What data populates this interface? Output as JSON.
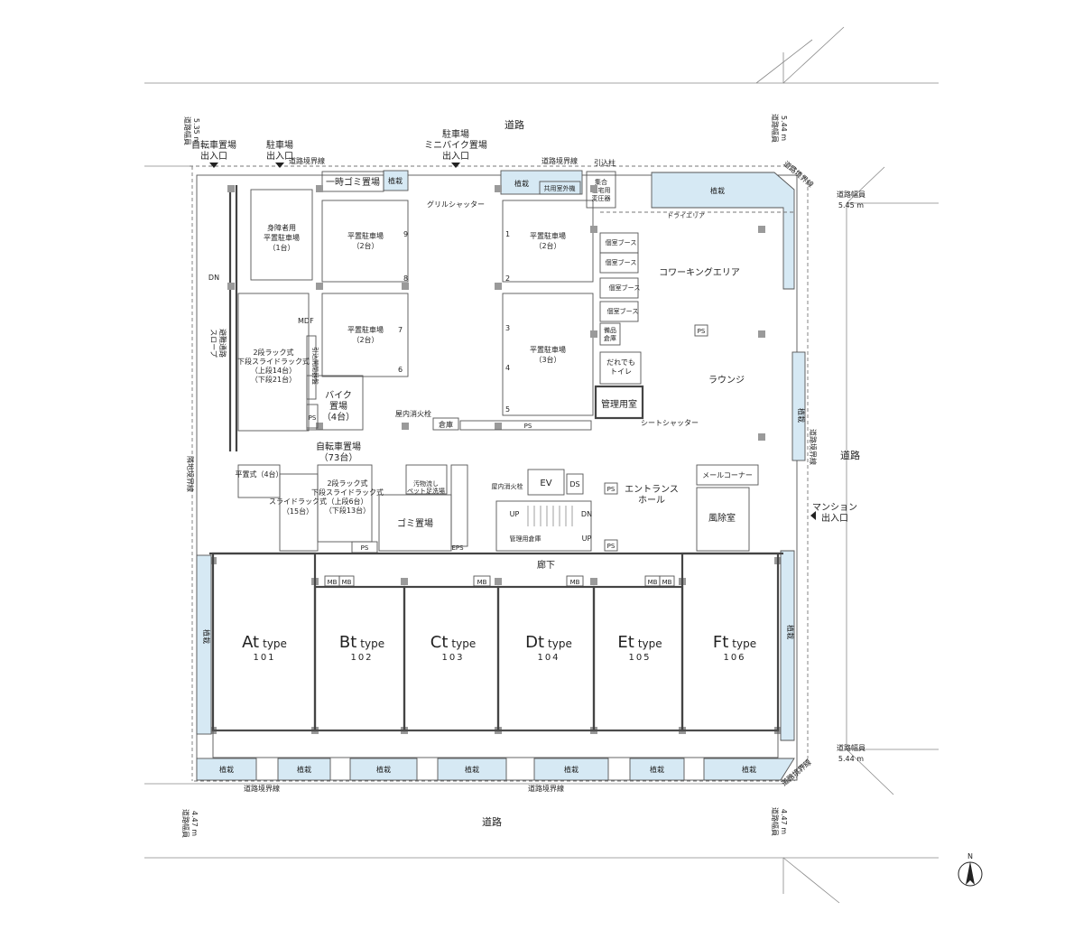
{
  "roads": {
    "north": "道路",
    "south": "道路",
    "east": "道路",
    "boundary": "道路境界線",
    "neighbor_boundary": "隣地境界線",
    "width_label": "道路幅員",
    "widths": {
      "north_left": "5.35 m",
      "north_right": "5.44 m",
      "east_top": "5.45 m",
      "east_bottom": "5.44 m",
      "south_left": "4.47 m",
      "south_right": "4.47 m"
    }
  },
  "entrances": {
    "bicycle_1": "自転車置場",
    "bicycle_2": "出入口",
    "parking_1": "駐車場",
    "parking_2": "出入口",
    "minibike_1": "駐車場",
    "minibike_2": "ミニバイク置場",
    "minibike_3": "出入口",
    "mansion_1": "マンション",
    "mansion_2": "出入口"
  },
  "rooms": {
    "temp_trash": "一時ゴミ置場",
    "plant": "植栽",
    "shared_outdoor": "共用室外機",
    "transformer_1": "集合",
    "transformer_2": "住宅用",
    "transformer_3": "変圧器",
    "lead_pole": "引込柱",
    "grill_shutter": "グリルシャッター",
    "dry_area": "ドライエリア",
    "accessible_1": "身障者用",
    "accessible_2": "平置駐車場",
    "accessible_3": "（1台）",
    "flat_parking": "平置駐車場",
    "two_cars": "（2台）",
    "three_cars": "（3台）",
    "booth": "個室ブース",
    "coworking": "コワーキングエリア",
    "storage_1": "備品",
    "storage_2": "倉庫",
    "toilet_1": "だれでも",
    "toilet_2": "トイレ",
    "lounge": "ラウンジ",
    "mgmt_room": "管理用室",
    "sheet_shutter": "シートシャッター",
    "mail_corner": "メールコーナー",
    "windbreak": "風除室",
    "entrance_hall_1": "エントランス",
    "entrance_hall_2": "ホール",
    "ev": "EV",
    "ds": "DS",
    "ps": "PS",
    "eps": "EPS",
    "mb": "MB",
    "up": "UP",
    "dn": "DN",
    "indoor_hydrant": "屋内消火栓",
    "warehouse": "倉庫",
    "mgmt_storage": "管理用倉庫",
    "trash": "ゴミ置場",
    "sink_1": "汚物流し",
    "sink_2": "ペット足洗場",
    "corridor": "廊下",
    "bike_1": "バイク",
    "bike_2": "置場",
    "bike_3": "（4台）",
    "mdf": "MDF",
    "lead_panel": "引込開閉器盤",
    "bicycle_parking_1": "自転車置場",
    "bicycle_parking_2": "（73台）",
    "rack_a_1": "2段ラック式",
    "rack_a_2": "下段スライドラック式",
    "rack_a_3": "（上段14台）",
    "rack_a_4": "（下段21台）",
    "rack_b_1": "2段ラック式",
    "rack_b_2": "下段スライドラック式",
    "rack_b_3": "（上段6台）",
    "rack_b_4": "（下段13台）",
    "flat_rack": "平置式（4台）",
    "slide_rack_1": "スライドラック式",
    "slide_rack_2": "（15台）",
    "slope": "避難通路",
    "slope_2": "スロープ"
  },
  "spots": [
    "9",
    "8",
    "7",
    "6",
    "1",
    "2",
    "3",
    "4",
    "5"
  ],
  "units": [
    {
      "type": "At",
      "suffix": "type",
      "num": "101"
    },
    {
      "type": "Bt",
      "suffix": "type",
      "num": "102"
    },
    {
      "type": "Ct",
      "suffix": "type",
      "num": "103"
    },
    {
      "type": "Dt",
      "suffix": "type",
      "num": "104"
    },
    {
      "type": "Et",
      "suffix": "type",
      "num": "105"
    },
    {
      "type": "Ft",
      "suffix": "type",
      "num": "106"
    }
  ],
  "compass": "N",
  "colors": {
    "plant": "#d6e9f4",
    "wall": "#444444"
  }
}
